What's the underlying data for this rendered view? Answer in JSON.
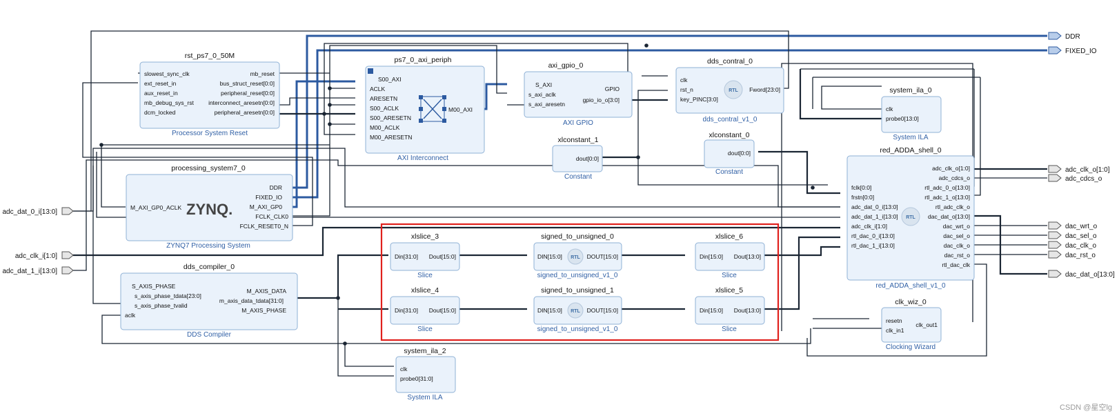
{
  "external_ports": {
    "ddr": "DDR",
    "fixed_io": "FIXED_IO",
    "adc_dat_0_i": "adc_dat_0_i[13:0]",
    "adc_clk_i": "adc_clk_i[1:0]",
    "adc_dat_1_i": "adc_dat_1_i[13:0]",
    "adc_clk_o": "adc_clk_o[1:0]",
    "adc_cdcs_o": "adc_cdcs_o",
    "dac_wrt_o": "dac_wrt_o",
    "dac_sel_o": "dac_sel_o",
    "dac_clk_o": "dac_clk_o",
    "dac_rst_o": "dac_rst_o",
    "dac_dat_o": "dac_dat_o[13:0]"
  },
  "blocks": {
    "rst": {
      "title": "rst_ps7_0_50M",
      "subtitle": "Processor System Reset",
      "inputs": [
        "slowest_sync_clk",
        "ext_reset_in",
        "aux_reset_in",
        "mb_debug_sys_rst",
        "dcm_locked"
      ],
      "outputs": [
        "mb_reset",
        "bus_struct_reset[0:0]",
        "peripheral_reset[0:0]",
        "interconnect_aresetn[0:0]",
        "peripheral_aresetn[0:0]"
      ]
    },
    "periph": {
      "title": "ps7_0_axi_periph",
      "subtitle": "AXI Interconnect",
      "inputs": [
        "S00_AXI",
        "ACLK",
        "ARESETN",
        "S00_ACLK",
        "S00_ARESETN",
        "M00_ACLK",
        "M00_ARESETN"
      ],
      "output": "M00_AXI"
    },
    "gpio": {
      "title": "axi_gpio_0",
      "subtitle": "AXI GPIO",
      "inputs": [
        "S_AXI",
        "s_axi_aclk",
        "s_axi_aresetn"
      ],
      "outputs": [
        "GPIO",
        "gpio_io_o[3:0]"
      ]
    },
    "dds_ctrl": {
      "title": "dds_contral_0",
      "subtitle": "dds_contral_v1_0",
      "inputs": [
        "clk",
        "rst_n",
        "key_PINC[3:0]"
      ],
      "output": "Fword[23:0]"
    },
    "ila0": {
      "title": "system_ila_0",
      "subtitle": "System ILA",
      "inputs": [
        "clk",
        "probe0[13:0]"
      ]
    },
    "xlc1": {
      "title": "xlconstant_1",
      "subtitle": "Constant",
      "output": "dout[0:0]"
    },
    "xlc0": {
      "title": "xlconstant_0",
      "subtitle": "Constant",
      "output": "dout[0:0]"
    },
    "ps7": {
      "title": "processing_system7_0",
      "subtitle": "ZYNQ7 Processing System",
      "logo": "ZYNQ.",
      "input": "M_AXI_GP0_ACLK",
      "outputs": [
        "DDR",
        "FIXED_IO",
        "M_AXI_GP0",
        "FCLK_CLK0",
        "FCLK_RESET0_N"
      ]
    },
    "adda": {
      "title": "red_ADDA_shell_0",
      "subtitle": "red_ADDA_shell_v1_0",
      "inputs": [
        "fclk[0:0]",
        "frstn[0:0]",
        "adc_dat_0_i[13:0]",
        "adc_dat_1_i[13:0]",
        "adc_clk_i[1:0]",
        "rtl_dac_0_i[13:0]",
        "rtl_dac_1_i[13:0]"
      ],
      "outputs": [
        "adc_clk_o[1:0]",
        "adc_cdcs_o",
        "rtl_adc_0_o[13:0]",
        "rtl_adc_1_o[13:0]",
        "rtl_adc_clk_o",
        "dac_dat_o[13:0]",
        "dac_wrt_o",
        "dac_sel_o",
        "dac_clk_o",
        "dac_rst_o",
        "rtl_dac_clk"
      ]
    },
    "xs3": {
      "title": "xlslice_3",
      "subtitle": "Slice",
      "input": "Din[31:0]",
      "output": "Dout[15:0]"
    },
    "s2u0": {
      "title": "signed_to_unsigned_0",
      "subtitle": "signed_to_unsigned_v1_0",
      "input": "DIN[15:0]",
      "output": "DOUT[15:0]"
    },
    "xs6": {
      "title": "xlslice_6",
      "subtitle": "Slice",
      "input": "Din[15:0]",
      "output": "Dout[13:0]"
    },
    "xs4": {
      "title": "xlslice_4",
      "subtitle": "Slice",
      "input": "Din[31:0]",
      "output": "Dout[15:0]"
    },
    "s2u1": {
      "title": "signed_to_unsigned_1",
      "subtitle": "signed_to_unsigned_v1_0",
      "input": "DIN[15:0]",
      "output": "DOUT[15:0]"
    },
    "xs5": {
      "title": "xlslice_5",
      "subtitle": "Slice",
      "input": "Din[15:0]",
      "output": "Dout[13:0]"
    },
    "clkwiz": {
      "title": "clk_wiz_0",
      "subtitle": "Clocking Wizard",
      "inputs": [
        "resetn",
        "clk_in1"
      ],
      "output": "clk_out1"
    },
    "dds": {
      "title": "dds_compiler_0",
      "subtitle": "DDS Compiler",
      "inputs": [
        "S_AXIS_PHASE",
        "s_axis_phase_tdata[23:0]",
        "s_axis_phase_tvalid",
        "aclk"
      ],
      "outputs": [
        "M_AXIS_DATA",
        "m_axis_data_tdata[31:0]",
        "M_AXIS_PHASE"
      ]
    },
    "ila2": {
      "title": "system_ila_2",
      "subtitle": "System ILA",
      "inputs": [
        "clk",
        "probe0[31:0]"
      ]
    }
  },
  "rtl_badge": "RTL",
  "watermark": "CSDN @星空lg",
  "colors": {
    "block_fill": "#eaf2fb",
    "block_stroke": "#8fb1d6",
    "bus": "#2c5aa0",
    "wire": "#1a2533",
    "highlight": "#e0201c",
    "subtitle": "#2f5fa5"
  }
}
